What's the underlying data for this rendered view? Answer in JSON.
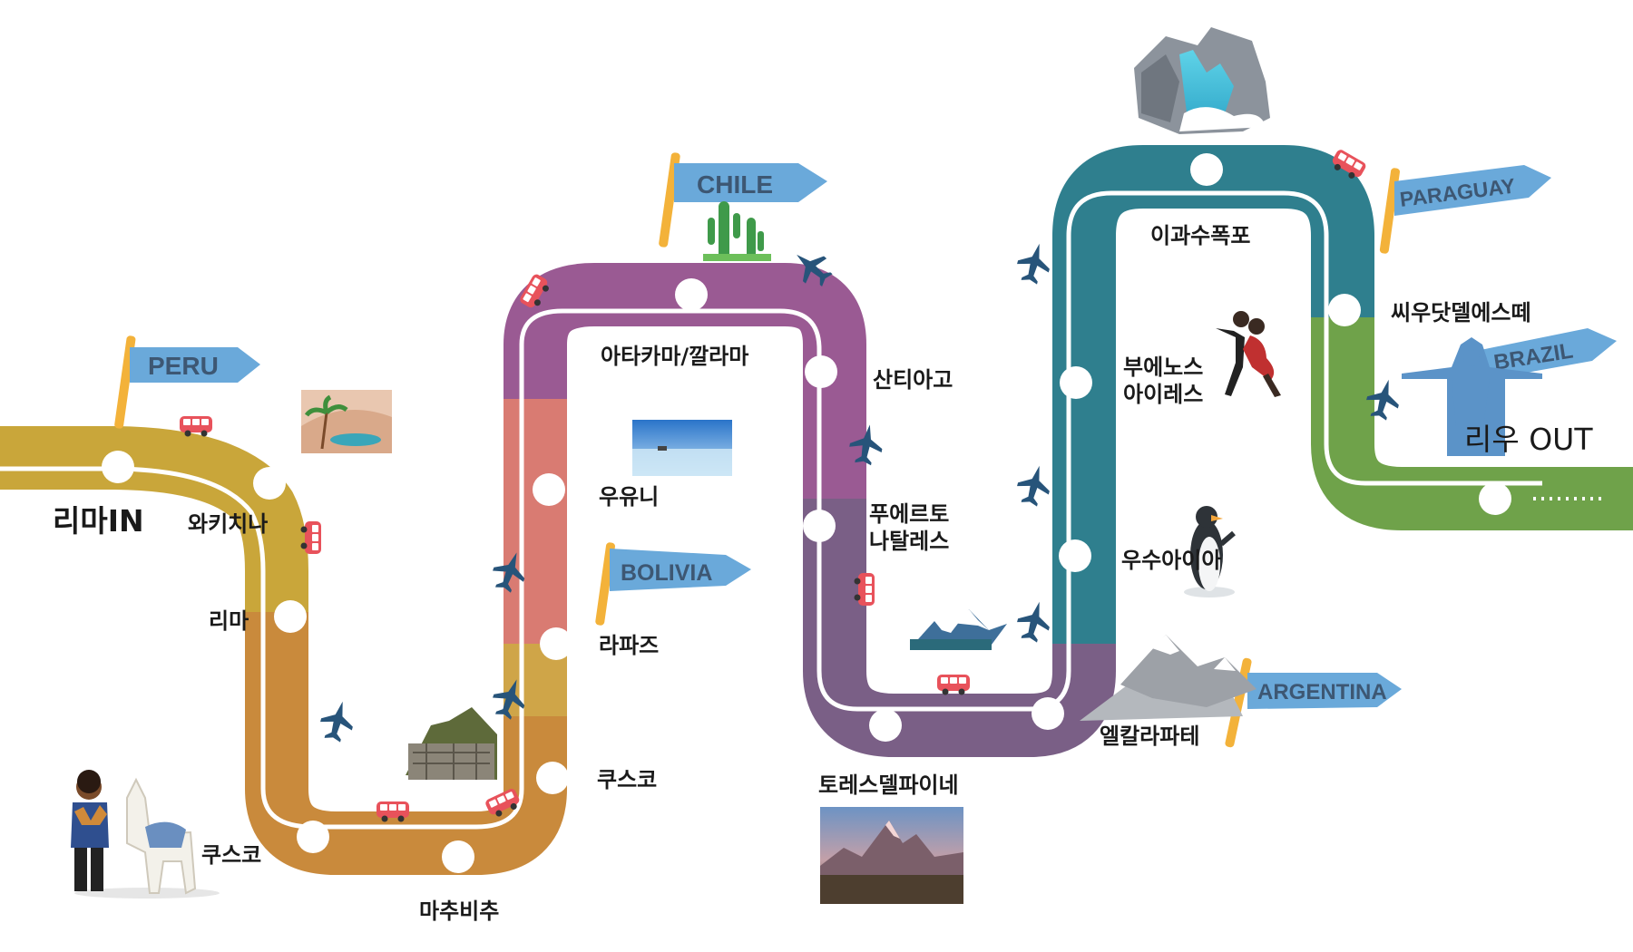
{
  "countries": [
    {
      "key": "peru",
      "label": "PERU"
    },
    {
      "key": "chile",
      "label": "CHILE"
    },
    {
      "key": "bolivia",
      "label": "BOLIVIA"
    },
    {
      "key": "paraguay",
      "label": "PARAGUAY"
    },
    {
      "key": "brazil",
      "label": "BRAZIL"
    },
    {
      "key": "argentina",
      "label": "ARGENTINA"
    }
  ],
  "stops": {
    "lima_in": "리마IN",
    "huacachina": "와키치나",
    "lima": "리마",
    "cusco_1": "쿠스코",
    "machu_picchu": "마추비추",
    "cusco_2": "쿠스코",
    "la_paz": "라파즈",
    "uyuni": "우유니",
    "atacama": "아타카마/깔라마",
    "santiago": "산티아고",
    "puerto_natales": "푸에르토\n나탈레스",
    "torres_del_paine": "토레스델파이네",
    "el_calafate": "엘칼라파테",
    "ushuaia": "우수아이아",
    "buenos_aires": "부에노스\n아이레스",
    "iguazu": "이과수폭포",
    "sao_paulo": "씨우닷델에스떼",
    "rio_out": "리우 OUT"
  },
  "colors": {
    "peru": "#c9a63a",
    "peru_dark": "#c98a3c",
    "bolivia": "#d97b72",
    "chile": "#9a5a93",
    "chile_dark": "#7a5f86",
    "argentina": "#2f7f8e",
    "brazil": "#6fa24a",
    "flag_blue": "#6aa9da",
    "pole": "#f3b23a"
  },
  "icons": [
    "bus-icon",
    "plane-icon",
    "desert-oasis-icon",
    "machu-picchu-icon",
    "salt-flat-photo",
    "cactus-icon",
    "mountain-icon",
    "penguin-icon",
    "tango-dancers-icon",
    "waterfall-icon",
    "christ-redeemer-icon",
    "llama-boy-icon",
    "fitz-roy-photo"
  ]
}
